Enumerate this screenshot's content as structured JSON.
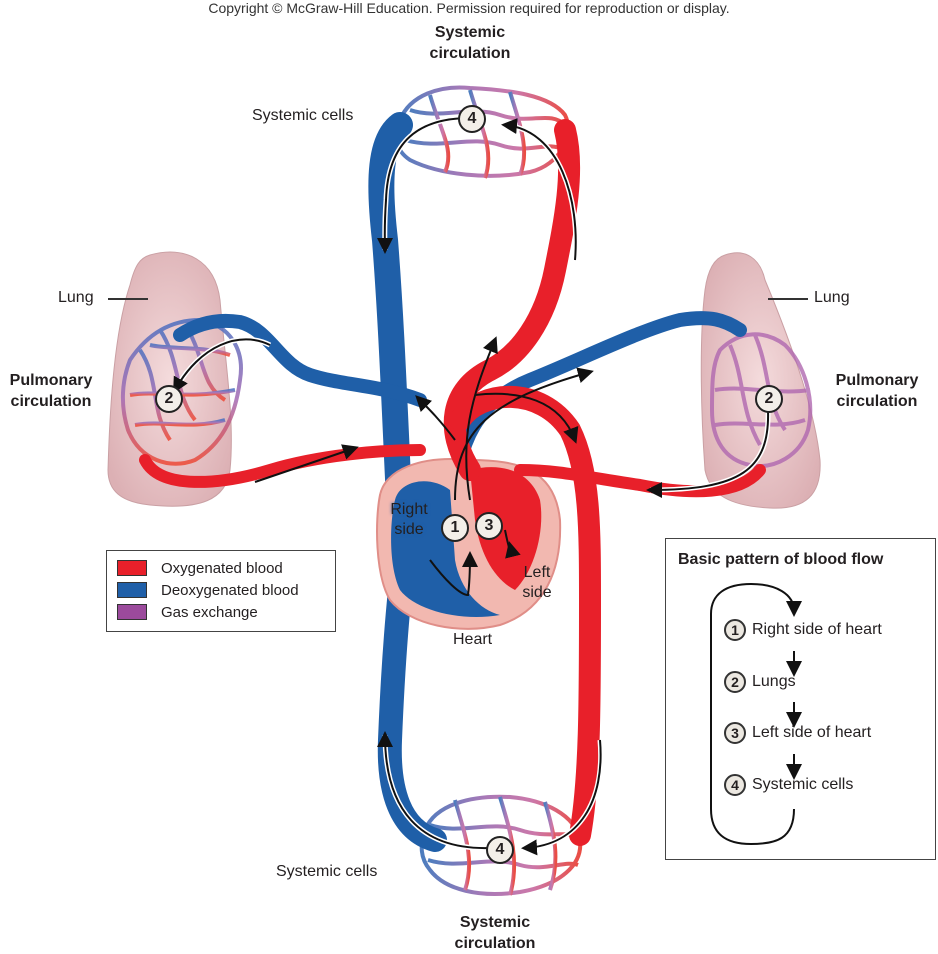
{
  "copyright": "Copyright © McGraw-Hill Education. Permission required for reproduction or display.",
  "labels": {
    "systemic_top_title": [
      "Systemic",
      "circulation"
    ],
    "systemic_bottom_title": [
      "Systemic",
      "circulation"
    ],
    "pulmonary_left_title": [
      "Pulmonary",
      "circulation"
    ],
    "pulmonary_right_title": [
      "Pulmonary",
      "circulation"
    ],
    "lung_left": "Lung",
    "lung_right": "Lung",
    "systemic_cells_top": "Systemic cells",
    "systemic_cells_bottom": "Systemic cells",
    "right_side": [
      "Right",
      "side"
    ],
    "left_side": [
      "Left",
      "side"
    ],
    "heart": "Heart"
  },
  "step_markers": {
    "right_heart": "1",
    "left_heart": "3",
    "lung_left": "2",
    "lung_right": "2",
    "systemic_top": "4",
    "systemic_bottom": "4"
  },
  "legend": {
    "items": [
      {
        "label": "Oxygenated blood",
        "color": "#e8202a"
      },
      {
        "label": "Deoxygenated blood",
        "color": "#1f5fa8"
      },
      {
        "label": "Gas exchange",
        "color": "#9b4a9c"
      }
    ]
  },
  "flow_box": {
    "title": "Basic pattern of blood flow",
    "steps": [
      {
        "num": "1",
        "label": "Right side of heart"
      },
      {
        "num": "2",
        "label": "Lungs"
      },
      {
        "num": "3",
        "label": "Left side of heart"
      },
      {
        "num": "4",
        "label": "Systemic cells"
      }
    ]
  },
  "colors": {
    "oxygenated": "#e8202a",
    "deoxygenated": "#1f5fa8",
    "gas_exchange": "#9b4a9c",
    "lung": "#ecc9cc",
    "heart_muscle": "#f2b8b0"
  }
}
